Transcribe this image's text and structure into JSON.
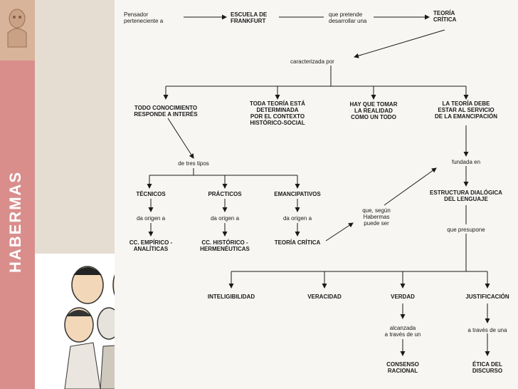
{
  "sidebar": {
    "title": "HABERMAS"
  },
  "nodes": {
    "pensador": "Pensador\nperteneciente a",
    "escuela": "ESCUELA DE\nFRANKFURT",
    "pretende": "que pretende\ndesarrollar una",
    "teoria_critica_top": "TEORÍA\nCRÍTICA",
    "caracterizada": "caracterizada por",
    "todo_conocimiento": "TODO CONOCIMIENTO\nRESPONDE A INTERÉS",
    "toda_teoria": "TODA TEORÍA ESTÁ\nDETERMINADA\nPOR EL CONTEXTO\nHISTÓRICO-SOCIAL",
    "hay_que_tomar": "HAY QUE TOMAR\nLA REALIDAD\nCOMO UN TODO",
    "teoria_debe": "LA TEORÍA DEBE\nESTAR AL SERVICIO\nDE LA EMANCIPACIÓN",
    "de_tres_tipos": "de tres tipos",
    "tecnicos": "TÉCNICOS",
    "practicos": "PRÁCTICOS",
    "emancipativos": "EMANCIPATIVOS",
    "origen_1": "da origen a",
    "origen_2": "da origen a",
    "origen_3": "da origen a",
    "cc_empirico": "CC. EMPÍRICO -\nANALÍTICAS",
    "cc_historico": "CC. HISTÓRICO -\nHERMENÉUTICAS",
    "teoria_critica_bottom": "TEORÍA CRÍTICA",
    "que_segun": "que, según\nHabermas\npuede ser",
    "fundada": "fundada en",
    "estructura": "ESTRUCTURA DIALÓGICA\nDEL LENGUAJE",
    "presupone": "que presupone",
    "inteligibilidad": "INTELIGIBILIDAD",
    "veracidad": "VERACIDAD",
    "verdad": "VERDAD",
    "justificacion": "JUSTIFICACIÓN",
    "alcanzada": "alcanzada\na través de un",
    "a_traves": "a través de una",
    "consenso": "CONSENSO\nRACIONAL",
    "etica": "ÉTICA DEL\nDISCURSO"
  },
  "colors": {
    "sidebar": "#d98e8c",
    "paper": "#f7f6f3",
    "beige": "#e6ddd2",
    "ink": "#1a1a1a"
  }
}
